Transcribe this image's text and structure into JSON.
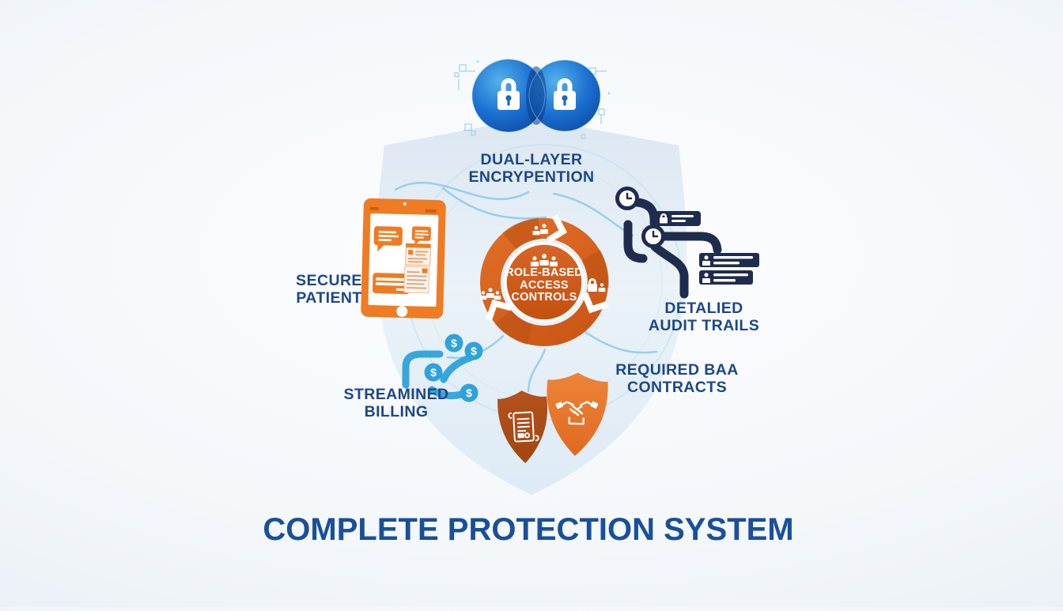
{
  "title": {
    "text": "COMPLETE PROTECTION SYSTEM"
  },
  "labels": {
    "encryption": {
      "line1": "DUAL-LAYER",
      "line2": "ENCRYPENTION"
    },
    "secure_patient": {
      "line1": "SECURE",
      "line2": "PATIENT"
    },
    "audit": {
      "line1": "DETALIED",
      "line2": "AUDIT TRAILS"
    },
    "billing": {
      "line1": "STREAMINED",
      "line2": "BILLING"
    },
    "baa": {
      "line1": "REQUIRED BAA",
      "line2": "CONTRACTS"
    }
  },
  "center_ring": {
    "line1": "ROLE-BASED",
    "line2": "ACCESS",
    "line3": "CONTROLS"
  },
  "symbols": {
    "dollar": "$"
  },
  "palette": {
    "label_navy": "#1d4787",
    "title_navy": "#1a4f9a",
    "ring_orange": "#dd6a26",
    "rust_orange": "#b04b18",
    "globe_blue": "#1a6fd0",
    "billing_blue": "#36a6de",
    "audit_navy": "#202c4e",
    "shield_watermark_blue": "#dce8f3"
  }
}
